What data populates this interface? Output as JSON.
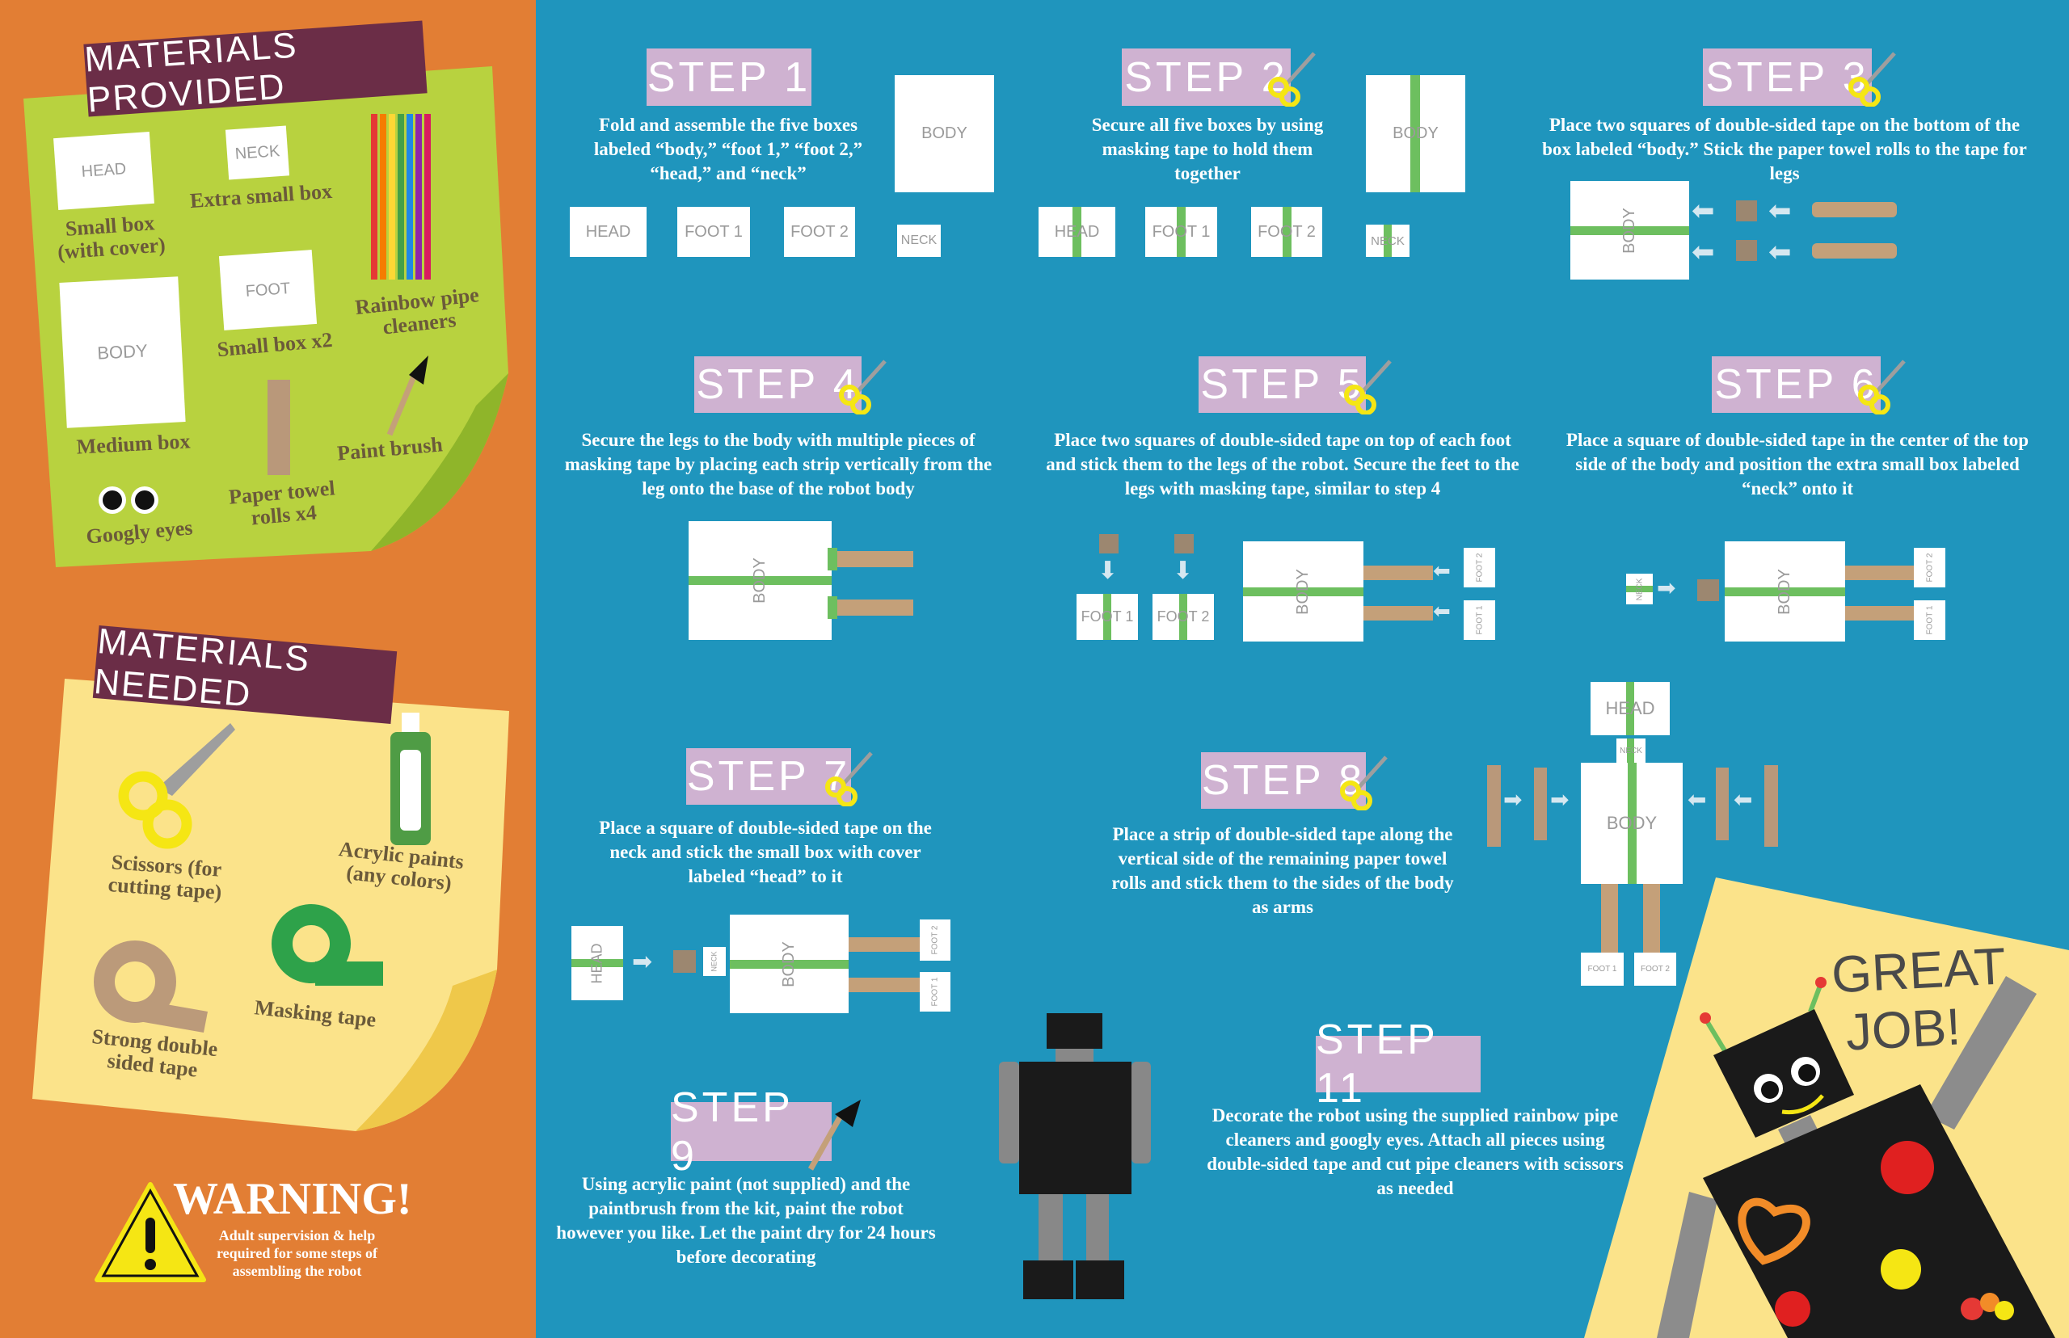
{
  "materials_provided": {
    "title": "MATERIALS PROVIDED",
    "items": [
      {
        "label": "Small box (with cover)",
        "box": "HEAD"
      },
      {
        "label": "Extra small box",
        "box": "NECK"
      },
      {
        "label": "Rainbow pipe cleaners"
      },
      {
        "label": "Medium box",
        "box": "BODY"
      },
      {
        "label": "Small box x2",
        "box": "FOOT"
      },
      {
        "label": "Paper towel rolls x4"
      },
      {
        "label": "Paint brush"
      },
      {
        "label": "Googly eyes"
      }
    ]
  },
  "materials_needed": {
    "title": "MATERIALS NEEDED",
    "items": [
      {
        "label": "Scissors (for cutting tape)"
      },
      {
        "label": "Acrylic paints (any colors)"
      },
      {
        "label": "Strong double sided tape"
      },
      {
        "label": "Masking tape"
      }
    ]
  },
  "warning": {
    "title": "WARNING!",
    "text": "Adult supervision & help required for some steps of assembling the robot"
  },
  "boxes": {
    "body": "BODY",
    "head": "HEAD",
    "neck": "NECK",
    "foot1": "FOOT 1",
    "foot2": "FOOT 2"
  },
  "steps": [
    {
      "label": "STEP 1",
      "text": "Fold and assemble the five boxes labeled “body,” “foot 1,” “foot 2,” “head,” and “neck”"
    },
    {
      "label": "STEP 2",
      "text": "Secure all five boxes by using masking tape to hold them together"
    },
    {
      "label": "STEP 3",
      "text": "Place two squares of double-sided tape on the bottom of the box labeled “body.” Stick the paper towel rolls to the tape for legs"
    },
    {
      "label": "STEP 4",
      "text": "Secure the legs to the body with multiple pieces of masking tape by placing each strip vertically from the leg onto the base of the robot body"
    },
    {
      "label": "STEP 5",
      "text": "Place two squares of double-sided tape on top of each foot and stick them to the legs of the robot. Secure the feet to the legs with masking tape, similar to step 4"
    },
    {
      "label": "STEP 6",
      "text": "Place a square of double-sided tape in the center of the top side of the body and position the extra small box labeled “neck” onto it"
    },
    {
      "label": "STEP 7",
      "text": "Place a square of double-sided tape on the neck and stick the small box with cover labeled “head” to it"
    },
    {
      "label": "STEP 8",
      "text": "Place a strip of double-sided tape along the vertical side of the remaining paper towel rolls and stick them to the sides of the body as arms"
    },
    {
      "label": "STEP 9",
      "text": "Using acrylic paint (not supplied) and the paintbrush from the kit, paint the robot however you like. Let the paint dry for 24 hours before decorating"
    },
    {
      "label": "STEP 11",
      "text": "Decorate the robot using the supplied rainbow pipe cleaners and googly eyes. Attach all pieces using double-sided tape and cut pipe cleaners with scissors as needed"
    }
  ],
  "great_job": "GREAT JOB!",
  "colors": {
    "orange": "#e27e34",
    "blue": "#1f95bd",
    "green_note": "#b8d23f",
    "yellow_note": "#fbe38a",
    "label_pink": "#cfb2d1",
    "tape_green": "#6dbf5f",
    "roll_tan": "#c4a079",
    "maroon": "#6b2d47"
  }
}
